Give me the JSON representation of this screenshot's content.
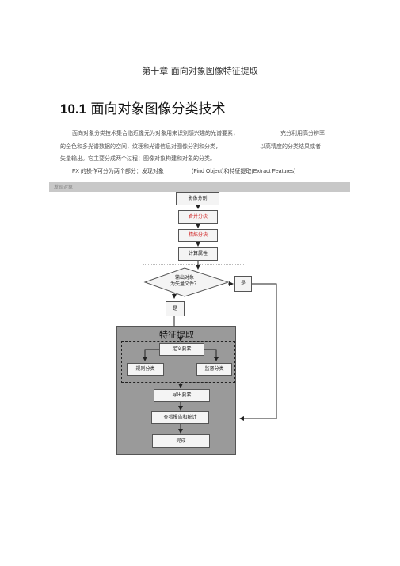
{
  "chapter_title": "第十章  面向对象图像特征提取",
  "section": {
    "number": "10.1",
    "title": "面向对象图像分类技术"
  },
  "paragraph": {
    "line1a": "面向对象分类技术集合临近像元为对象用来识别感兴趣的光谱要素，",
    "line1b": "充分利用高分辨率",
    "line2a": "的全色和多光谱数据的空间，纹理和光谱信息对图像分割和分类，",
    "line2b": "以高精度的分类结果或者",
    "line3": "矢量输出。它主要分成两个过程：图像对象构建和对象的分类。",
    "line4a": "FX 的操作可分为两个部分：发现对象",
    "line4b": "(Find Object)和特征提取(Extract Features)"
  },
  "strip_label": "发现对象",
  "flow": {
    "segment": "影像分割",
    "merge": "合并分块",
    "refine": "精炼分块",
    "compute": "计算属性",
    "decision_line1": "输出对象",
    "decision_line2": "为矢量文件？",
    "yes_right": "是",
    "yes_down": "是",
    "panel_title": "特征提取",
    "define": "定义要素",
    "rule": "规则分类",
    "supervised": "监督分类",
    "export": "导出要素",
    "report": "查看报告和统计",
    "done": "完成"
  }
}
